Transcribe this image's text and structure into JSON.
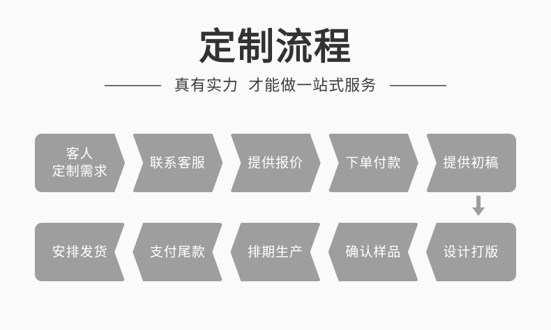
{
  "header": {
    "title": "定制流程",
    "subtitle": "真有实力  才能做一站式服务",
    "left_rule": "decorative-line",
    "right_rule": "decorative-line"
  },
  "colors": {
    "background": "#fafafa",
    "box_fill": "#9e9e9e",
    "box_text": "#ffffff",
    "title_text": "#323232",
    "subtitle_text": "#3b3b3b",
    "rule": "#6d6d6d",
    "connector_arrow": "#9e9e9e"
  },
  "flow": {
    "row1_direction": "left-to-right",
    "row2_direction": "right-to-left",
    "connector": {
      "icon": "arrow-down-icon",
      "from": "提供初稿",
      "to": "设计打版"
    },
    "row1": [
      {
        "label": "客人\n定制需求",
        "order": 1
      },
      {
        "label": "联系客服",
        "order": 2
      },
      {
        "label": "提供报价",
        "order": 3
      },
      {
        "label": "下单付款",
        "order": 4
      },
      {
        "label": "提供初稿",
        "order": 5
      }
    ],
    "row2": [
      {
        "label": "安排发货",
        "order": 10
      },
      {
        "label": "支付尾款",
        "order": 9
      },
      {
        "label": "排期生产",
        "order": 8
      },
      {
        "label": "确认样品",
        "order": 7
      },
      {
        "label": "设计打版",
        "order": 6
      }
    ]
  }
}
